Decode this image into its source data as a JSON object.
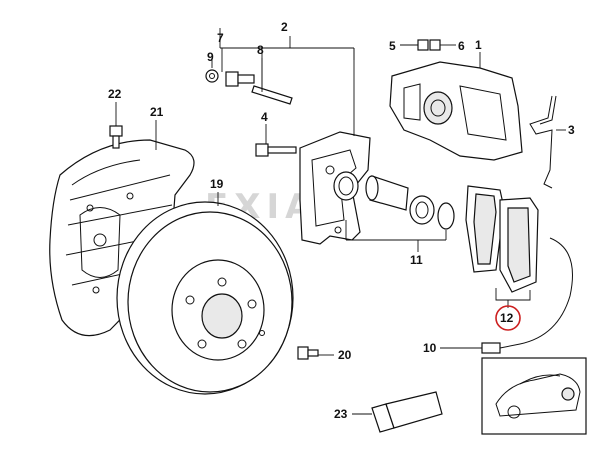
{
  "callouts": {
    "c1": "1",
    "c2": "2",
    "c3": "3",
    "c4": "4",
    "c5": "5",
    "c6": "6",
    "c7": "7",
    "c8": "8",
    "c9": "9",
    "c10": "10",
    "c11": "11",
    "c12": "12",
    "c19": "19",
    "c20": "20",
    "c21": "21",
    "c22": "22",
    "c23": "23"
  },
  "highlighted_callout": "12",
  "highlight_color": "#cc1f1f",
  "watermark": "EXIA"
}
